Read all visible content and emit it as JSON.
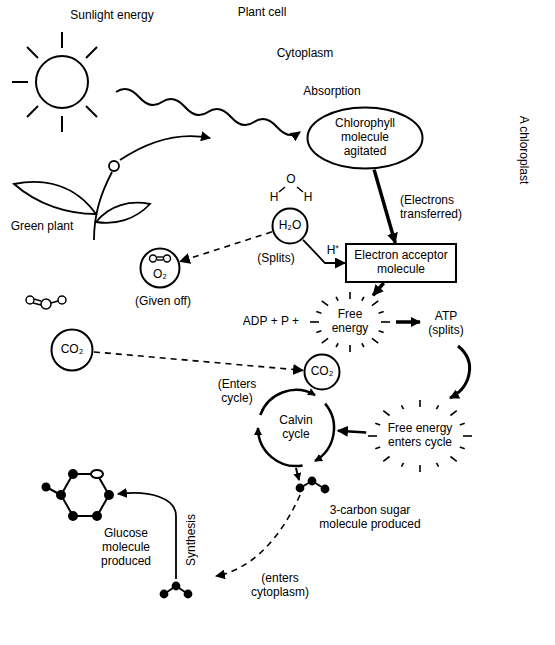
{
  "diagram": {
    "nodes": [
      {
        "text": [
          "Plant cell",
          "Cytoplasm"
        ]
      },
      {
        "text": [
          "A chloroplast"
        ],
        "in": 0
      },
      {
        "text": [
          "Chlorophyll molecule agitated"
        ],
        "in": 1
      },
      {
        "text": [
          "H₂O"
        ],
        "in": 1
      },
      {
        "text": [
          "O₂"
        ]
      },
      {
        "text": [
          "Electron acceptor molecule"
        ],
        "in": 1
      },
      {
        "text": [
          "CO₂"
        ]
      },
      {
        "text": [
          "Free energy"
        ],
        "in": 1
      },
      {
        "text": [
          "CO₂"
        ],
        "in": 1
      },
      {
        "text": [
          "Calvin cycle"
        ],
        "in": 1
      },
      {
        "text": [
          "Free energy enters cycle"
        ],
        "in": 1
      }
    ],
    "edges": [
      {
        "from": 2,
        "to": 5,
        "arrow": "to",
        "label": "(Electrons transferred)"
      },
      {
        "from": 3,
        "to": 4,
        "arrow": "to"
      },
      {
        "from": 3,
        "to": 5,
        "arrow": "to",
        "label": "H⁺"
      },
      {
        "from": 5,
        "to": 7,
        "arrow": "to"
      },
      {
        "from": 6,
        "to": 8,
        "arrow": "to"
      },
      {
        "from": 10,
        "to": 9,
        "arrow": "to"
      }
    ],
    "labels": [
      "Sunlight energy",
      "Green plant",
      "Absorption",
      "H",
      "O",
      "H",
      "(Splits)",
      "(Given off)",
      "ADP + P +",
      "ATP (splits)",
      "(Enters cycle)",
      "3-carbon sugar molecule produced",
      "(enters cytoplasm)",
      "Synthesis",
      "Glucose molecule produced"
    ]
  }
}
